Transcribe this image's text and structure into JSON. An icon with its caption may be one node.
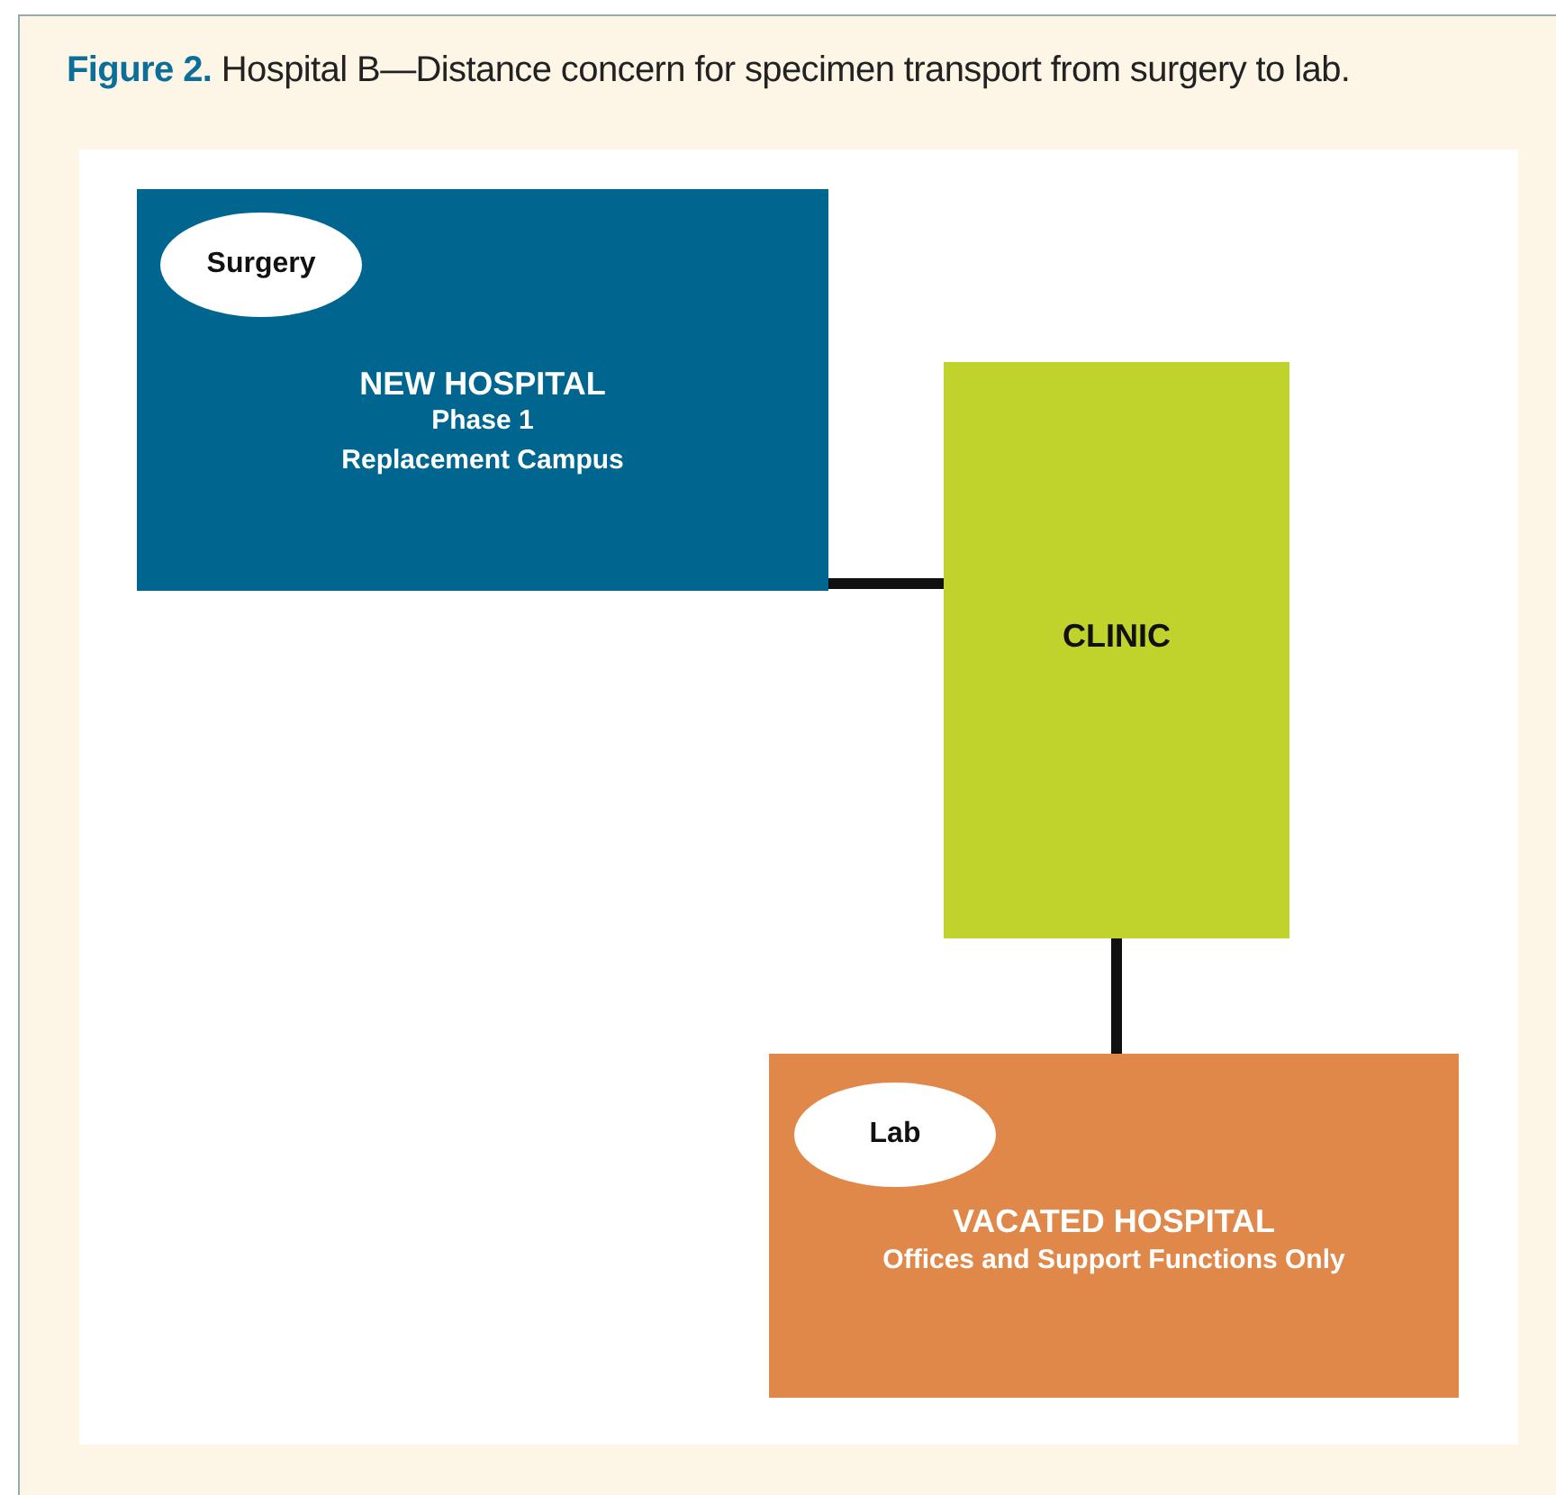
{
  "diagram": {
    "title": "**Figure 2.** Hospital B—Distance concern for specimen transport from surgery to lab.",
    "nodes": [
      {
        "text": [
          "NEW HOSPITAL",
          "Phase 1",
          "Replacement Campus"
        ]
      },
      {
        "text": [
          "Surgery"
        ],
        "in": 0
      },
      {
        "text": [
          "CLINIC"
        ]
      },
      {
        "text": [
          "VACATED HOSPITAL",
          "Offices and Support Functions Only"
        ]
      },
      {
        "text": [
          "Lab"
        ],
        "in": 3
      }
    ],
    "edges": [
      {
        "from": 0,
        "to": 2,
        "arrow": "none"
      },
      {
        "from": 2,
        "to": 3,
        "arrow": "none"
      }
    ]
  }
}
